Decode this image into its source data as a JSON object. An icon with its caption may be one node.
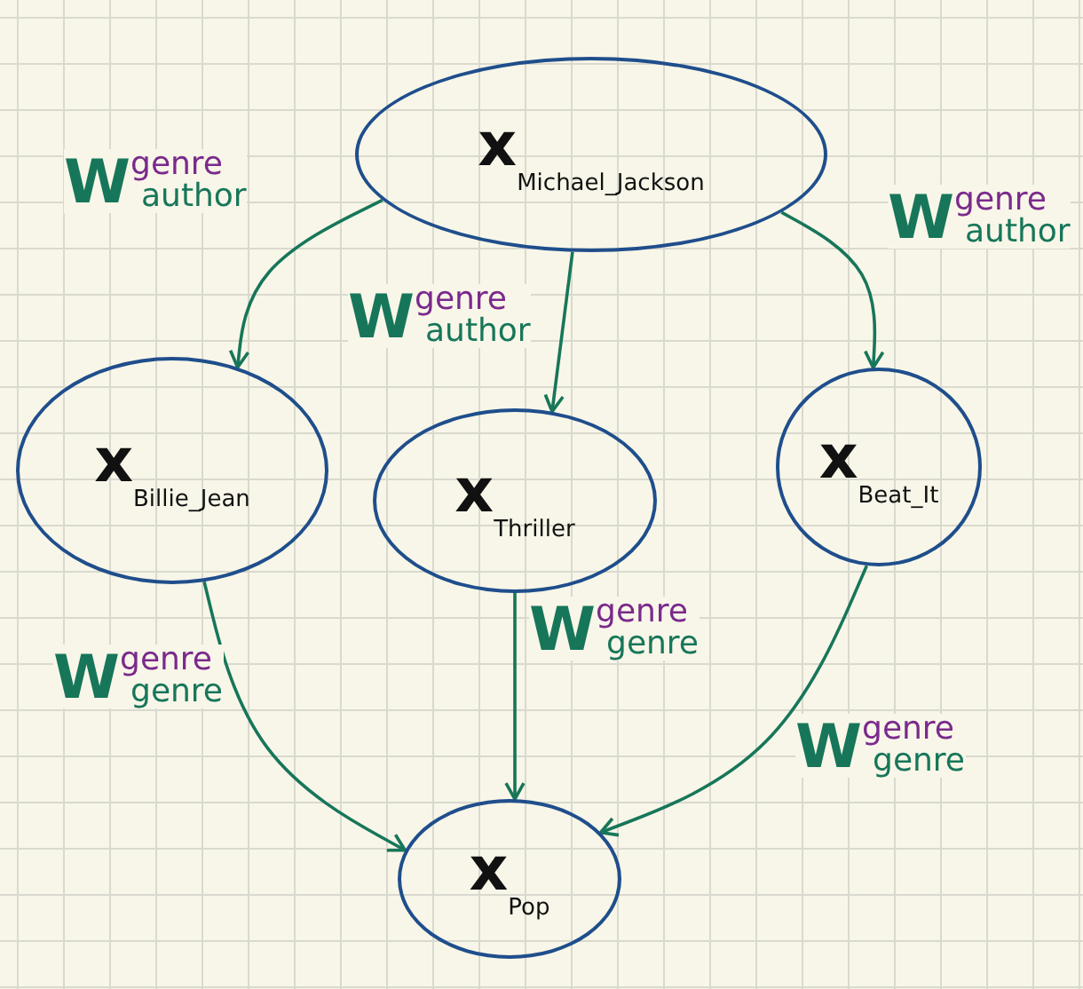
{
  "diagram": {
    "nodes": [
      {
        "text": [
          "x$_{Michael_Jackson}$"
        ]
      },
      {
        "text": [
          "x$_{Billie_Jean}$"
        ]
      },
      {
        "text": [
          "x$_{Thriller}$"
        ]
      },
      {
        "text": [
          "x$_{Beat_It}$"
        ]
      },
      {
        "text": [
          "x$_{Pop}$"
        ]
      }
    ],
    "edges": [
      {
        "from": 0,
        "to": 1,
        "arrow": "to",
        "label": "W$^{genre}$$_{author}$"
      },
      {
        "from": 0,
        "to": 2,
        "arrow": "to",
        "label": "W$^{genre}$$_{author}$"
      },
      {
        "from": 0,
        "to": 3,
        "arrow": "to",
        "label": "W$^{genre}$$_{author}$"
      },
      {
        "from": 1,
        "to": 4,
        "arrow": "to",
        "label": "W$^{genre}$$_{genre}$"
      },
      {
        "from": 2,
        "to": 4,
        "arrow": "to",
        "label": "W$^{genre}$$_{genre}$"
      },
      {
        "from": 3,
        "to": 4,
        "arrow": "to",
        "label": "W$^{genre}$$_{genre}$"
      }
    ]
  }
}
